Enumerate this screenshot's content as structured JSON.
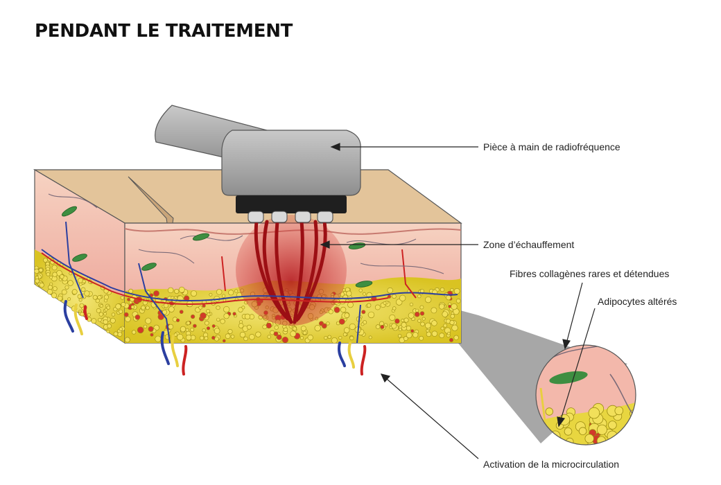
{
  "title": "PENDANT LE TRAITEMENT",
  "labels": {
    "handpiece": "Pièce à main de radiofréquence",
    "heating_zone": "Zone d’échauffement",
    "collagen": "Fibres collagènes rares et détendues",
    "adipocytes": "Adipocytes altérés",
    "microcirculation": "Activation de la microcirculation"
  },
  "colors": {
    "skin_surface": "#e3c49a",
    "dermis": "#f1b3a6",
    "fat": "#e8d640",
    "handpiece": "#a9a9a9",
    "heat": "#b3161b",
    "vessel_red": "#cc2222",
    "vessel_blue": "#2b3fa0"
  }
}
